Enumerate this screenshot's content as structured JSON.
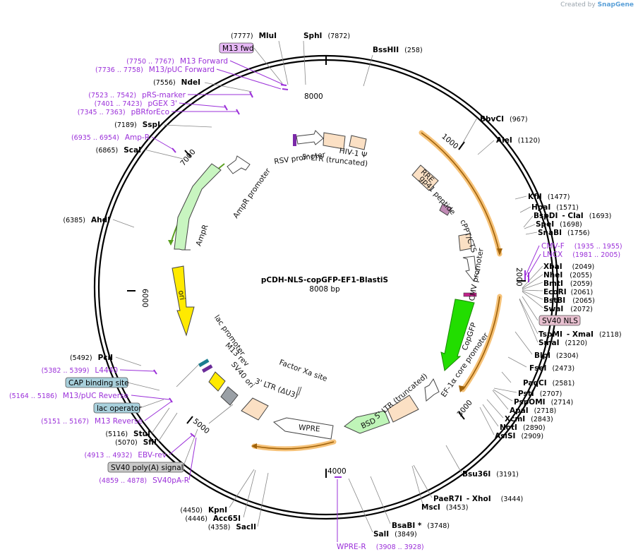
{
  "credit": {
    "created_by": "Created by",
    "brand": "SnapGene"
  },
  "plasmid": {
    "name": "pCDH-NLS-copGFP-EF1-BlastiS",
    "size": "8008 bp"
  },
  "ticks": [
    "1000",
    "2000",
    "3000",
    "4000",
    "5000",
    "6000",
    "7000",
    "8000"
  ],
  "features": {
    "rsv": "RSV promoter",
    "ltr5": "5' LTR (truncated)",
    "hiv": "HIV-1 Ψ",
    "rre": "RRE",
    "gp41": "gp41 peptide",
    "cppt": "cPPT/CTS",
    "cmv": "CMV promoter",
    "copgfp": "CopGFP",
    "ef1": "EF-1α core promoter",
    "ltr5b": "5' LTR (truncated)",
    "bsd": "BSD",
    "wpre": "WPRE",
    "ltr3": "3' LTR (ΔU3)",
    "sv40ori": "SV40 ori",
    "m13rev": "M13 rev",
    "lac": "lac promoter",
    "ori": "ori",
    "ampr": "AmpR",
    "amprprom": "AmpR promoter",
    "factorxa": "Factor Xa site"
  },
  "labels_right": [
    {
      "name": "BssHII",
      "pos": "(258)"
    },
    {
      "name": "BbvCI",
      "pos": "(967)"
    },
    {
      "name": "AleI",
      "pos": "(1120)"
    },
    {
      "name": "KflI",
      "pos": "(1477)"
    },
    {
      "name": "HpaI",
      "pos": "(1571)"
    },
    {
      "name": "BspDI",
      "sep": "- ClaI",
      "pos": "(1693)"
    },
    {
      "name": "SpeI",
      "pos": "(1698)"
    },
    {
      "name": "SnaBI",
      "pos": "(1756)"
    },
    {
      "name": "XbaI",
      "pos": "(2049)"
    },
    {
      "name": "NheI",
      "pos": "(2055)"
    },
    {
      "name": "BmtI",
      "pos": "(2059)"
    },
    {
      "name": "EcoRI",
      "pos": "(2061)"
    },
    {
      "name": "BstBI",
      "pos": "(2065)"
    },
    {
      "name": "SwaI",
      "pos": "(2072)"
    },
    {
      "name": "TspMI",
      "sep": "- XmaI",
      "pos": "(2118)"
    },
    {
      "name": "SmaI",
      "pos": "(2120)"
    },
    {
      "name": "BlpI",
      "pos": "(2304)"
    },
    {
      "name": "FseI",
      "pos": "(2473)"
    },
    {
      "name": "PaqCI",
      "pos": "(2581)"
    },
    {
      "name": "PstI",
      "pos": "(2707)"
    },
    {
      "name": "PspOMI",
      "pos": "(2714)"
    },
    {
      "name": "ApaI",
      "pos": "(2718)"
    },
    {
      "name": "XcmI",
      "pos": "(2843)"
    },
    {
      "name": "NotI",
      "pos": "(2890)"
    },
    {
      "name": "AsiSI",
      "pos": "(2909)"
    },
    {
      "name": "Bsu36I",
      "pos": "(3191)"
    },
    {
      "name": "PaeR7I",
      "sep": "- XhoI",
      "pos": "(3444)"
    },
    {
      "name": "MscI",
      "pos": "(3453)"
    },
    {
      "name": "BsaBI *",
      "pos": "(3748)"
    },
    {
      "name": "SalI",
      "pos": "(3849)"
    }
  ],
  "labels_left": [
    {
      "name": "MluI",
      "pos": "(7777)"
    },
    {
      "name": "SphI",
      "pos": "(7872)"
    },
    {
      "name": "NdeI",
      "pos": "(7556)"
    },
    {
      "name": "SspI",
      "pos": "(7189)"
    },
    {
      "name": "ScaI",
      "pos": "(6865)"
    },
    {
      "name": "AhdI",
      "pos": "(6385)"
    },
    {
      "name": "PciI",
      "pos": "(5492)"
    },
    {
      "name": "StuI",
      "pos": "(5116)"
    },
    {
      "name": "SfiI",
      "pos": "(5070)"
    },
    {
      "name": "KpnI",
      "pos": "(4450)"
    },
    {
      "name": "Acc65I",
      "pos": "(4446)"
    },
    {
      "name": "SacII",
      "pos": "(4358)"
    }
  ],
  "primers": [
    {
      "name": "M13 Forward",
      "range": "(7750 .. 7767)"
    },
    {
      "name": "M13/pUC Forward",
      "range": "(7736 .. 7758)"
    },
    {
      "name": "pRS-marker",
      "range": "(7523 .. 7542)"
    },
    {
      "name": "pGEX 3'",
      "range": "(7401 .. 7423)"
    },
    {
      "name": "pBRforEco",
      "range": "(7345 .. 7363)"
    },
    {
      "name": "Amp-R",
      "range": "(6935 .. 6954)"
    },
    {
      "name": "CMV-F",
      "range": "(1935 .. 1955)"
    },
    {
      "name": "LNCX",
      "range": "(1981 .. 2005)"
    },
    {
      "name": "L4440",
      "range": "(5382 .. 5399)"
    },
    {
      "name": "M13/pUC Reverse",
      "range": "(5164 .. 5186)"
    },
    {
      "name": "M13 Reverse",
      "range": "(5151 .. 5167)"
    },
    {
      "name": "EBV-rev",
      "range": "(4913 .. 4932)"
    },
    {
      "name": "SV40pA-R",
      "range": "(4859 .. 4878)"
    },
    {
      "name": "WPRE-R",
      "range": "(3908 .. 3928)"
    }
  ],
  "boxed": {
    "m13fwd": "M13 fwd",
    "sv40nls": "SV40 NLS",
    "cap": "CAP binding site",
    "lacop": "lac operator",
    "sv40pa": "SV40 poly(A) signal"
  }
}
